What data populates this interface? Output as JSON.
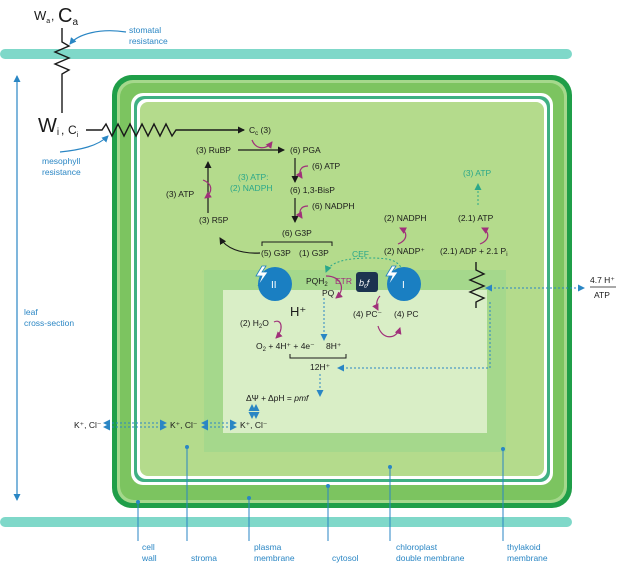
{
  "top": {
    "w_a": "W",
    "w_a_sub": "a",
    "c_a": "C",
    "c_a_sub": "a",
    "stomatal_1": "stomatal",
    "stomatal_2": "resistance",
    "w_i": "W",
    "w_i_sub": "i",
    "c_i": "C",
    "c_i_sub": "i",
    "meso_1": "mesophyll",
    "meso_2": "resistance",
    "leaf_1": "leaf",
    "leaf_2": "cross-section"
  },
  "cycle": {
    "cc": "C",
    "cc_sub": "c",
    "cc_val": "(3)",
    "rubp": "(3) RuBP",
    "pga": "(6) PGA",
    "atp6": "(6) ATP",
    "bisp": "(6) 1,3-BisP",
    "nadph6": "(6) NADPH",
    "g3p6": "(6) G3P",
    "g3p5": "(5) G3P",
    "g3p1": "(1) G3P",
    "r5p": "(3) R5P",
    "atp3": "(3) ATP",
    "need_1": "(3) ATP:",
    "need_2": "(2) NADPH"
  },
  "light": {
    "atp3_teal": "(3) ATP",
    "atp21": "(2.1) ATP",
    "adp_line": "(2.1) ADP + 2.1 P",
    "adp_sub": "i",
    "nadph2": "(2) NADPH",
    "nadp2": "(2) NADP⁺",
    "cef": "CEF",
    "etr": "ETR",
    "pqh2": "PQH",
    "pqh2_sub": "2",
    "pq": "PQ",
    "b6f_b": "b",
    "b6f_sub": "6",
    "b6f_f": "f",
    "ps2": "II",
    "ps1": "I",
    "hplus": "H⁺",
    "pc_minus": "(4) PC⁻",
    "pc": "(4) PC",
    "h2o": "(2) H",
    "h2o_sub": "2",
    "h2o_o": "O",
    "o2_line": "O",
    "o2_sub": "2",
    "o2_rest": " + 4H⁺ + 4e⁻",
    "h8": "8H⁺",
    "h12": "12H⁺",
    "pmf_pre": "ΔΨ + ΔpH = ",
    "pmf": "pmf",
    "ratio_top": "4.7 H⁺",
    "ratio_bot": "ATP"
  },
  "ions": {
    "outer": "K⁺, Cl⁻",
    "mid": "K⁺, Cl⁻",
    "inner": "K⁺, Cl⁻"
  },
  "labels": {
    "cell_1": "cell",
    "cell_2": "wall",
    "stroma": "stroma",
    "plasma_1": "plasma",
    "plasma_2": "membrane",
    "cytosol": "cytosol",
    "chloro_1": "chloroplast",
    "chloro_2": "double membrane",
    "thy_1": "thylakoid",
    "thy_2": "membrane"
  },
  "colors": {
    "membrane_band": "#7fd8c9",
    "cell_wall": "#1f9e48",
    "cytosol": "#7cc460",
    "stroma": "#b4db8c",
    "lumen": "#d9eec6",
    "photosystem": "#1a7fc2",
    "cytochrome": "#1c3350",
    "arrow_purple": "#a0307a",
    "label_blue": "#2a86c4"
  }
}
